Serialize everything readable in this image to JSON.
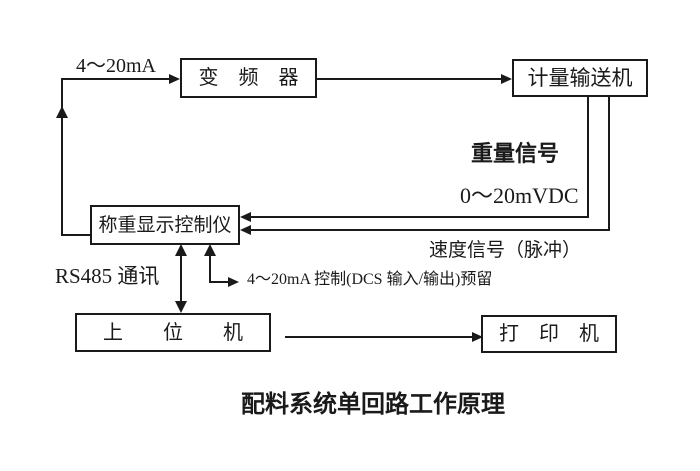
{
  "title": "配料系统单回路工作原理",
  "nodes": {
    "inverter": {
      "label": "变　频　器"
    },
    "conveyor": {
      "label": "计量输送机"
    },
    "controller": {
      "label": "称重显示控制仪"
    },
    "host": {
      "label": "上　　位　　机"
    },
    "printer": {
      "label": "打　印　机"
    }
  },
  "labels": {
    "current_signal": "4～20mA",
    "weight_signal": "重量信号",
    "weight_range": "0～20mVDC",
    "speed_signal": "速度信号（脉冲）",
    "dcs_reserved": "4～20mA 控制(DCS 输入/输出)预留",
    "rs485": "RS485 通讯"
  },
  "colors": {
    "line": "#1a1a1a",
    "background": "#ffffff",
    "text": "#1a1a1a"
  }
}
